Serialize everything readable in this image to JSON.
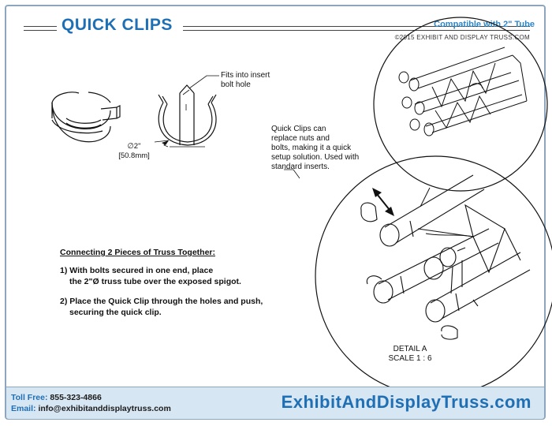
{
  "header": {
    "title": "QUICK CLIPS",
    "compatibility": "Compatible with 2\" Tube",
    "copyright": "©2015 EXHIBIT AND DISPLAY TRUSS.COM"
  },
  "callouts": {
    "insert_note": [
      "Fits into insert",
      "bolt hole"
    ],
    "diameter": [
      "∅2\"",
      "[50.8mm]"
    ],
    "usage_note": [
      "Quick Clips can",
      "replace nuts and",
      "bolts, making it a quick",
      "setup solution. Used with",
      "standard inserts."
    ]
  },
  "instructions": {
    "heading": "Connecting 2 Pieces of Truss Together:",
    "steps": [
      [
        "1) With bolts secured in one end, place",
        "    the 2\"Ø truss tube over the exposed spigot."
      ],
      [
        "2) Place the Quick Clip through the holes and push,",
        "    securing the quick clip."
      ]
    ]
  },
  "detail": [
    "DETAIL A",
    "SCALE 1 : 6"
  ],
  "footer": {
    "toll_free_label": "Toll Free:",
    "toll_free": "855-323-4866",
    "email_label": "Email:",
    "email": "info@exhibitanddisplaytruss.com",
    "brand": "ExhibitAndDisplayTruss.com"
  },
  "colors": {
    "brand_blue": "#1f6fb5",
    "accent_blue": "#2f86c7",
    "footer_bg": "#d7e6f3",
    "frame": "#8ea6bd"
  }
}
